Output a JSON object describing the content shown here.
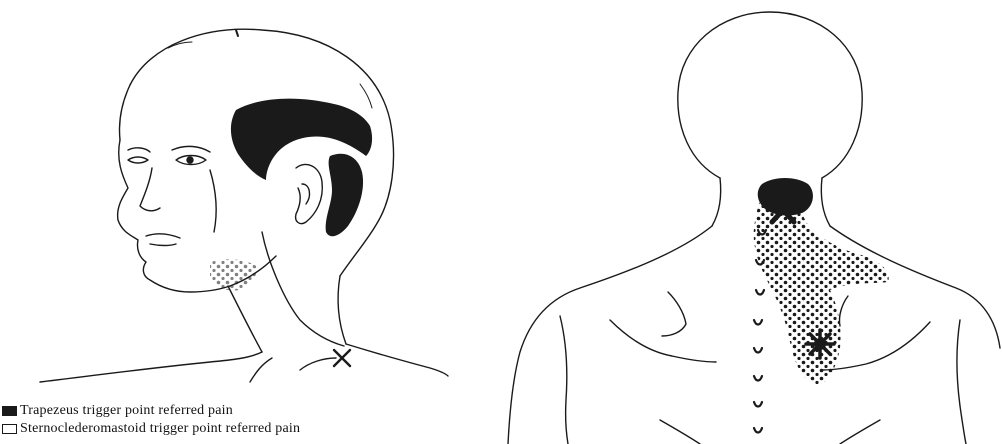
{
  "legend": {
    "items": [
      {
        "label": "Trapezeus trigger point referred pain",
        "swatch": "dark"
      },
      {
        "label": "Sternoclederomastoid trigger point referred pain",
        "swatch": "light"
      }
    ]
  },
  "colors": {
    "ink": "#1a1a1a",
    "background": "#ffffff"
  }
}
